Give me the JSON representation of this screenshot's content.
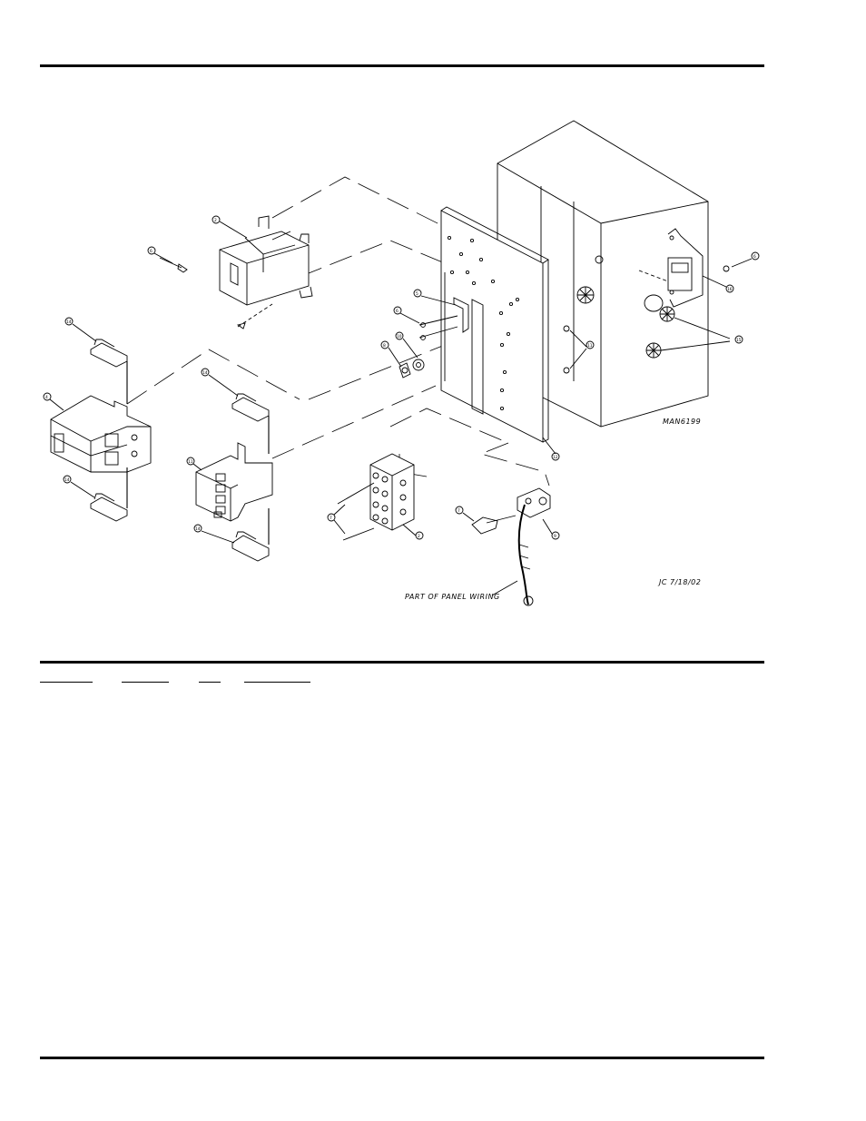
{
  "drawing": {
    "number": "MAN6199",
    "date_stamp": "JC 7/18/02",
    "wiring_note": "PART OF PANEL WIRING"
  },
  "callouts": {
    "c_transformer": "2",
    "c_screw_left": "6",
    "c_clip_top_left": "14",
    "c_contactor_left": "4",
    "c_clip_bottom_left": "14",
    "c_clip_top_mid": "14",
    "c_contactor_mid": "11",
    "c_clip_bottom_mid": "14",
    "c_bracket": "5",
    "c_screws_bracket": "6",
    "c_washer": "10",
    "c_nut": "8",
    "c_screws_terminal": "7",
    "c_terminal_block": "2",
    "c_bolt": "7",
    "c_ground_lug": "9",
    "c_panel": "12",
    "c_panel_nuts": "11",
    "c_plugs": "15",
    "c_box_switch": "16",
    "c_screw_right": "6"
  }
}
